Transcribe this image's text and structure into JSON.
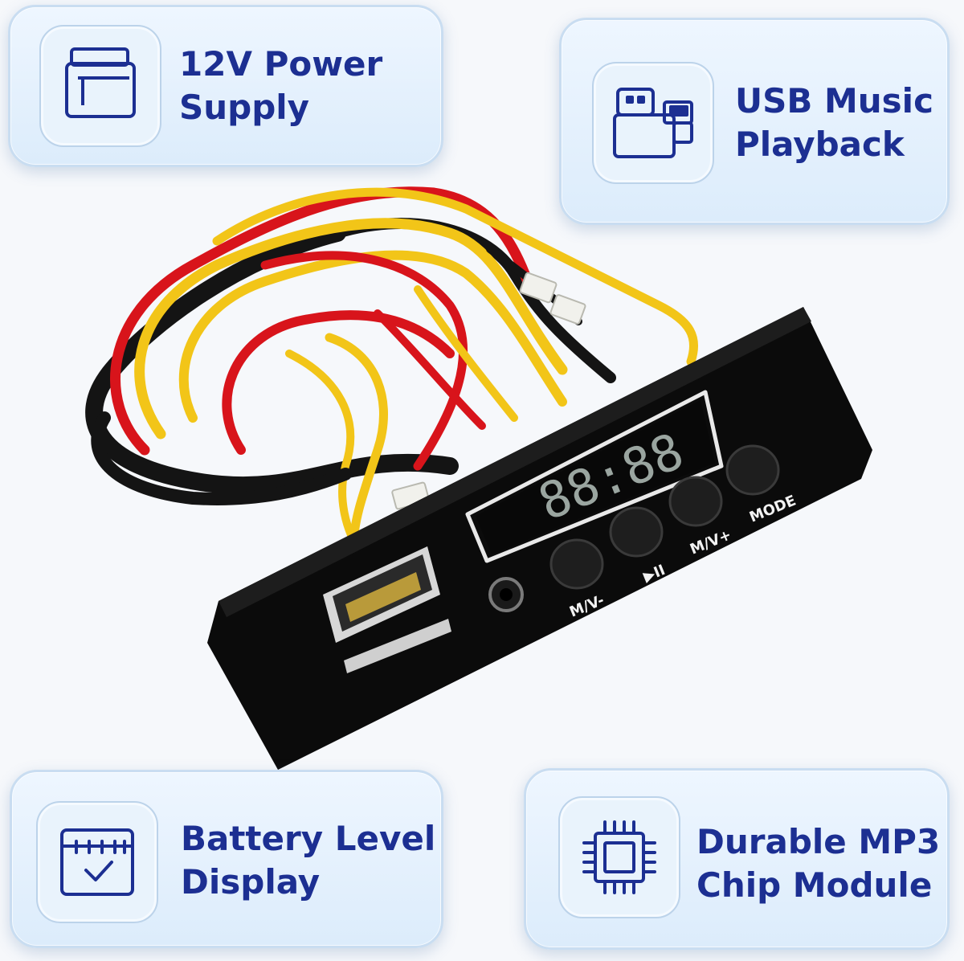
{
  "features": [
    {
      "line1": "12V Power",
      "line2": "Supply",
      "icon": "battery-icon"
    },
    {
      "line1": "USB Music",
      "line2": "Playback",
      "icon": "usb-device-icon"
    },
    {
      "line1": "Battery Level",
      "line2": "Display",
      "icon": "calendar-check-icon"
    },
    {
      "line1": "Durable MP3",
      "line2": "Chip Module",
      "icon": "chip-icon"
    }
  ],
  "module": {
    "display_digits": "88:88",
    "buttons": [
      "M/V-",
      "M/V+",
      "MODE"
    ]
  },
  "colors": {
    "label_text": "#1c2f92",
    "icon_stroke": "#1c2f92",
    "card_bg": "#e4f0fc",
    "wire_red": "#d8141b",
    "wire_yellow": "#f2c518",
    "wire_black": "#141414"
  }
}
